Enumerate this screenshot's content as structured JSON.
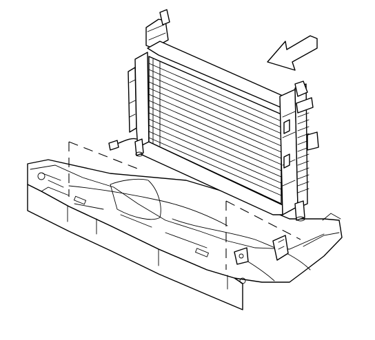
{
  "figure": {
    "parts": [
      {
        "name": "radiator",
        "icon": "radiator-icon"
      },
      {
        "name": "radiator-support",
        "icon": "radiator-support-icon"
      },
      {
        "name": "front-crossmember",
        "icon": "crossmember-icon"
      },
      {
        "name": "air-deflector-panel",
        "icon": "deflector-icon"
      },
      {
        "name": "direction-arrow",
        "icon": "arrow-icon"
      },
      {
        "name": "sensor-connector",
        "icon": "connector-icon"
      }
    ],
    "colors": {
      "line": "#000000",
      "background": "#ffffff"
    }
  }
}
